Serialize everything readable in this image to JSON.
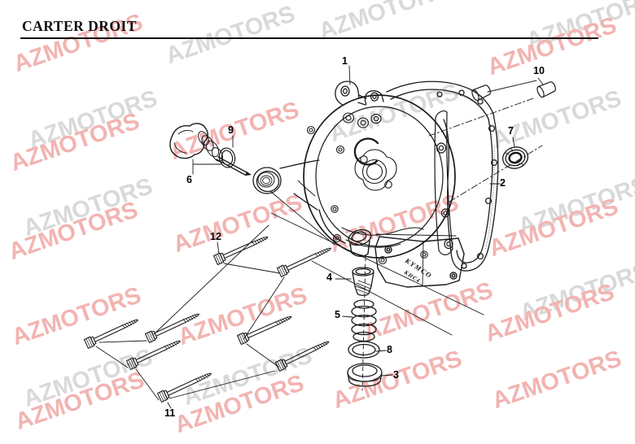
{
  "header": {
    "title": "CARTER DROIT"
  },
  "watermark": {
    "text": "AZMOTORS",
    "pink": "#f2b4b2",
    "gray": "#d9d9d9"
  },
  "diagram": {
    "casting_brand": "KYMCO",
    "casting_model": "KHC4",
    "parts": [
      {
        "number": "1"
      },
      {
        "number": "2"
      },
      {
        "number": "3"
      },
      {
        "number": "4"
      },
      {
        "number": "5"
      },
      {
        "number": "6"
      },
      {
        "number": "7"
      },
      {
        "number": "8"
      },
      {
        "number": "9"
      },
      {
        "number": "10"
      },
      {
        "number": "11"
      },
      {
        "number": "12"
      }
    ]
  }
}
